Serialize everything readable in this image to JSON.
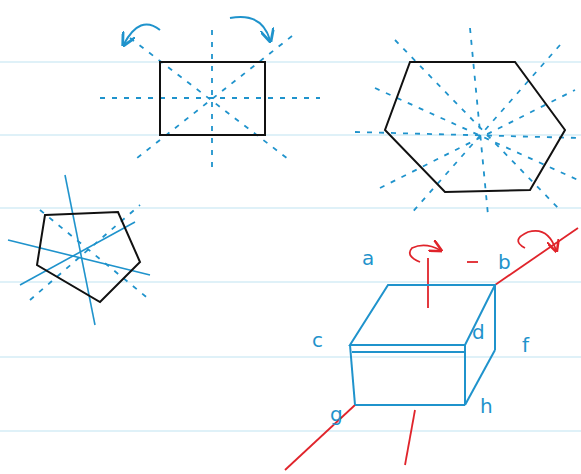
{
  "diagram": {
    "labels": [
      "a",
      "b",
      "c",
      "d",
      "f",
      "g",
      "h"
    ]
  }
}
